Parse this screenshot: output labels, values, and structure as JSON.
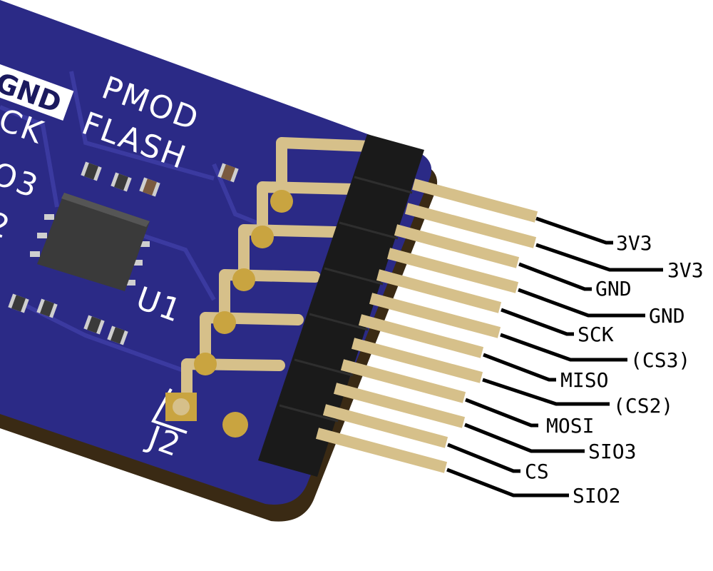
{
  "board": {
    "title_line1": "PMOD",
    "title_line2": "FLASH",
    "gnd_label": "GND",
    "left_labels": [
      "CK",
      "O3",
      "2"
    ],
    "chip_ref": "U1",
    "header_ref": "J2",
    "colors": {
      "pcb": "#2b2a86",
      "pcb_edge": "#3a2a14",
      "silkscreen": "#ffffff",
      "pin_gold": "#d6c08a",
      "header_plastic": "#1a1a1a",
      "chip": "#3a3a3a"
    }
  },
  "pins": {
    "upper_row": [
      "3V3",
      "GND",
      "SCK",
      "MISO",
      "MOSI",
      "CS"
    ],
    "lower_row": [
      "3V3",
      "GND",
      "(CS3)",
      "(CS2)",
      "SIO3",
      "SIO2"
    ]
  }
}
